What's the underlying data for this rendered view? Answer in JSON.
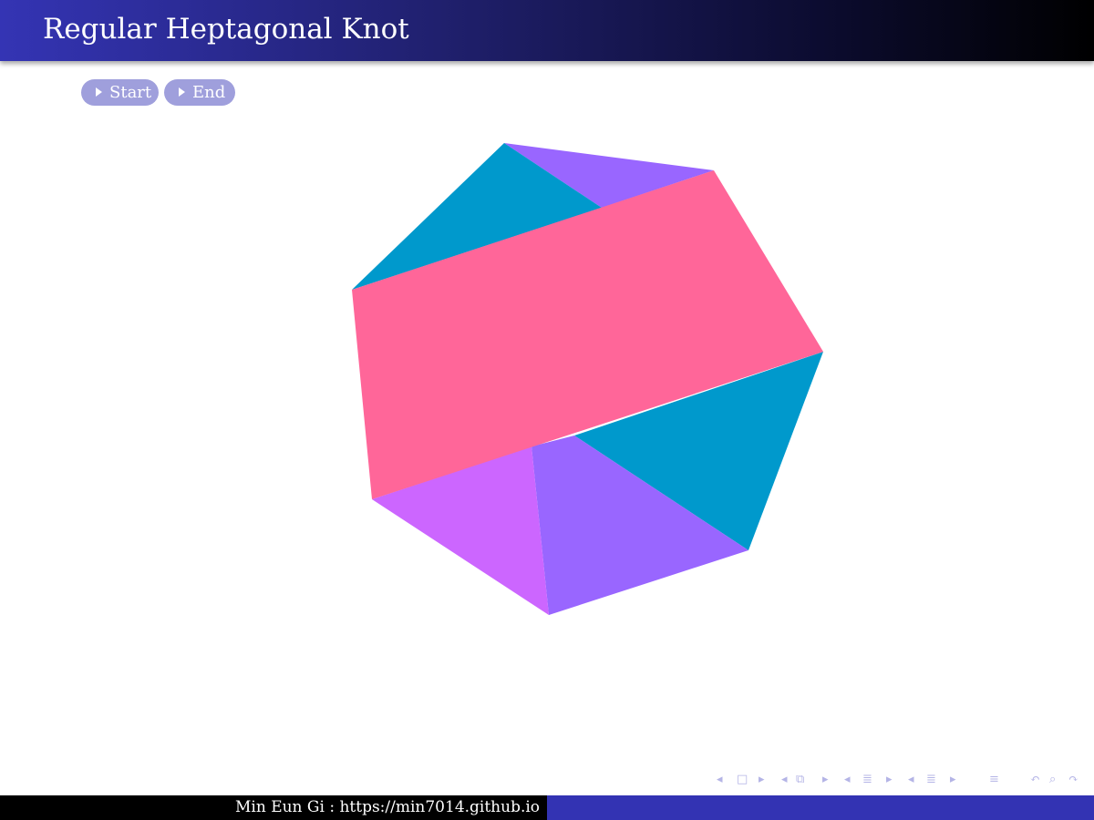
{
  "header": {
    "title": "Regular Heptagonal Knot"
  },
  "buttons": {
    "start": {
      "label": "Start",
      "icon": "play-triangle-icon"
    },
    "end": {
      "label": "End",
      "icon": "play-triangle-icon"
    }
  },
  "figure": {
    "colors": {
      "band_front": "#ff6699",
      "teal": "#0099cc",
      "violet": "#9966ff",
      "magenta": "#cc66ff"
    }
  },
  "footer": {
    "text": "Min Eun Gi : https://min7014.github.io",
    "left_color": "#000000",
    "right_color": "#3333b3"
  },
  "navigation": {
    "icons": [
      "nav-left-arrow-icon",
      "frame-icon",
      "nav-right-arrow-icon",
      "nav-left-arrow-icon",
      "subsection-icon",
      "nav-right-arrow-icon",
      "nav-left-arrow-icon",
      "section-icon",
      "nav-right-arrow-icon",
      "nav-left-arrow-icon",
      "section-icon",
      "nav-right-arrow-icon",
      "align-icon",
      "undo-icon",
      "search-icon",
      "redo-icon"
    ]
  }
}
